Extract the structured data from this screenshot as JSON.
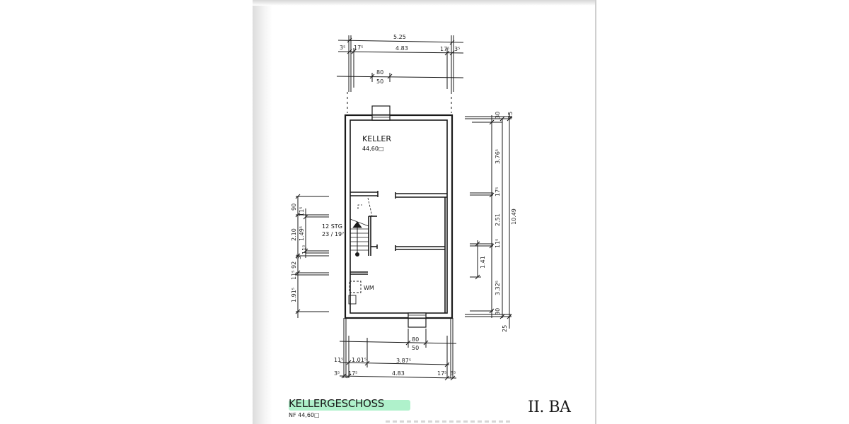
{
  "drawing": {
    "room_label": "KELLER",
    "room_area": "44,60",
    "room_area_unit": "□",
    "stair_label": "12 STG",
    "stair_ratio": "23 / 19⁷",
    "appliance_label": "WM"
  },
  "dimensions": {
    "top": {
      "overall": "5.25",
      "inner": "4.83",
      "left_wall": "3⁵",
      "left_plaster": "17⁵",
      "right_plaster": "17⁵",
      "right_wall": "3⁵",
      "window_width": "80",
      "window_height": "50"
    },
    "right": {
      "overall": "10.49",
      "top_wall_outer": "25",
      "top_wall": "30",
      "room_upper": "3.76⁵",
      "wall_mid_upper": "17⁵",
      "room_middle": "2.51",
      "wall_mid_lower": "11⁵",
      "sub_segment": "1.41",
      "room_lower": "3.32⁵",
      "bottom_wall": "30",
      "bottom_wall_outer": "25"
    },
    "left": {
      "seg_top": "90",
      "seg_top_inner": "11⁵",
      "stair_run": "2.10",
      "stair_inner": "1.49⁵",
      "small_a": "3⁵",
      "small_b": "11⁵",
      "seg_92": "92",
      "seg_115": "11⁵",
      "bottom": "1.91⁵"
    },
    "bottom": {
      "window_width": "80",
      "window_height": "50",
      "wall_left": "11⁵",
      "seg_left": "1.01⁵",
      "seg_right": "3.87⁵",
      "outer_left": "3⁵",
      "plaster_left": "17⁵",
      "inner": "4.83",
      "plaster_right": "17⁵",
      "outer_right": "3⁵"
    }
  },
  "title_block": {
    "title": "KELLERGESCHOSS",
    "subtitle": "NF  44,60□",
    "phase": "II. BA",
    "highlight_color": "#6ee6a0"
  }
}
